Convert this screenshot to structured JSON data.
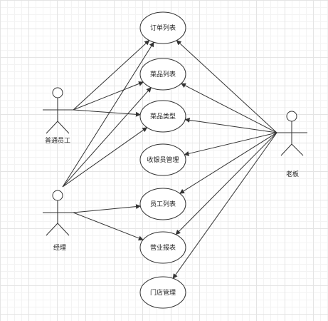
{
  "colors": {
    "stroke": "#333333",
    "fill": "#ffffff",
    "text": "#222222"
  },
  "actors": {
    "staff": "普通员工",
    "manager": "经理",
    "boss": "老板"
  },
  "use_cases": {
    "order_list": "订单列表",
    "dish_list": "菜品列表",
    "dish_type": "菜品类型",
    "cashier_mgmt": "收银员管理",
    "employee_list": "员工列表",
    "business_report": "营业报表",
    "store_mgmt": "门店管理"
  },
  "links": [
    {
      "from": "staff",
      "to": "order_list"
    },
    {
      "from": "staff",
      "to": "dish_list"
    },
    {
      "from": "staff",
      "to": "dish_type"
    },
    {
      "from": "manager",
      "to": "order_list"
    },
    {
      "from": "manager",
      "to": "dish_list"
    },
    {
      "from": "manager",
      "to": "dish_type"
    },
    {
      "from": "manager",
      "to": "employee_list"
    },
    {
      "from": "manager",
      "to": "business_report"
    },
    {
      "from": "boss",
      "to": "order_list"
    },
    {
      "from": "boss",
      "to": "dish_list"
    },
    {
      "from": "boss",
      "to": "dish_type"
    },
    {
      "from": "boss",
      "to": "cashier_mgmt"
    },
    {
      "from": "boss",
      "to": "employee_list"
    },
    {
      "from": "boss",
      "to": "business_report"
    },
    {
      "from": "boss",
      "to": "store_mgmt"
    }
  ]
}
